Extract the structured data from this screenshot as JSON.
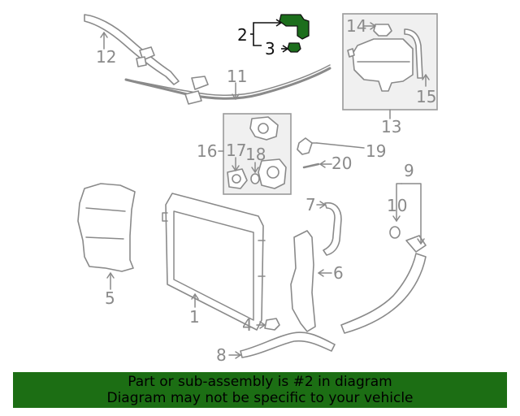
{
  "callouts": {
    "p1": "1",
    "p2": "2",
    "p3": "3",
    "p4": "4",
    "p5": "5",
    "p6": "6",
    "p7": "7",
    "p8": "8",
    "p9": "9",
    "p10": "10",
    "p11": "11",
    "p12": "12",
    "p13": "13",
    "p14": "14",
    "p15": "15",
    "p16": "16",
    "p17": "17",
    "p18": "18",
    "p19": "19",
    "p20": "20"
  },
  "banner": {
    "line1": "Part or sub-assembly is #2 in diagram",
    "line2": "Diagram may not be specific to your vehicle"
  },
  "colors": {
    "highlight": "#1c6e1c",
    "banner_bg": "#1c6e14",
    "part_stroke": "#8a8a8a"
  }
}
